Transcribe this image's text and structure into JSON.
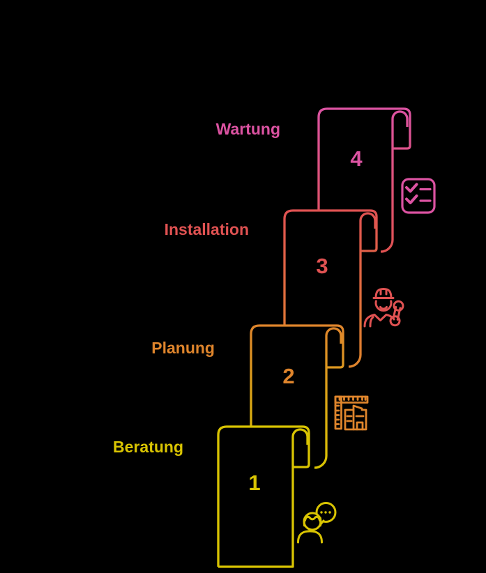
{
  "background_color": "#000000",
  "diagram": {
    "type": "stepped-scroll-process",
    "direction": "bottom-left to top-right",
    "steps": [
      {
        "number": "1",
        "label": "Beratung",
        "color": "#D9C402",
        "icon": "person-chat-icon"
      },
      {
        "number": "2",
        "label": "Planung",
        "color": "#DF852C",
        "icon": "ruler-building-icon"
      },
      {
        "number": "3",
        "label": "Installation",
        "color": "#E05252",
        "icon": "worker-wrench-icon"
      },
      {
        "number": "4",
        "label": "Wartung",
        "color": "#DC53A2",
        "icon": "checklist-icon"
      }
    ]
  }
}
